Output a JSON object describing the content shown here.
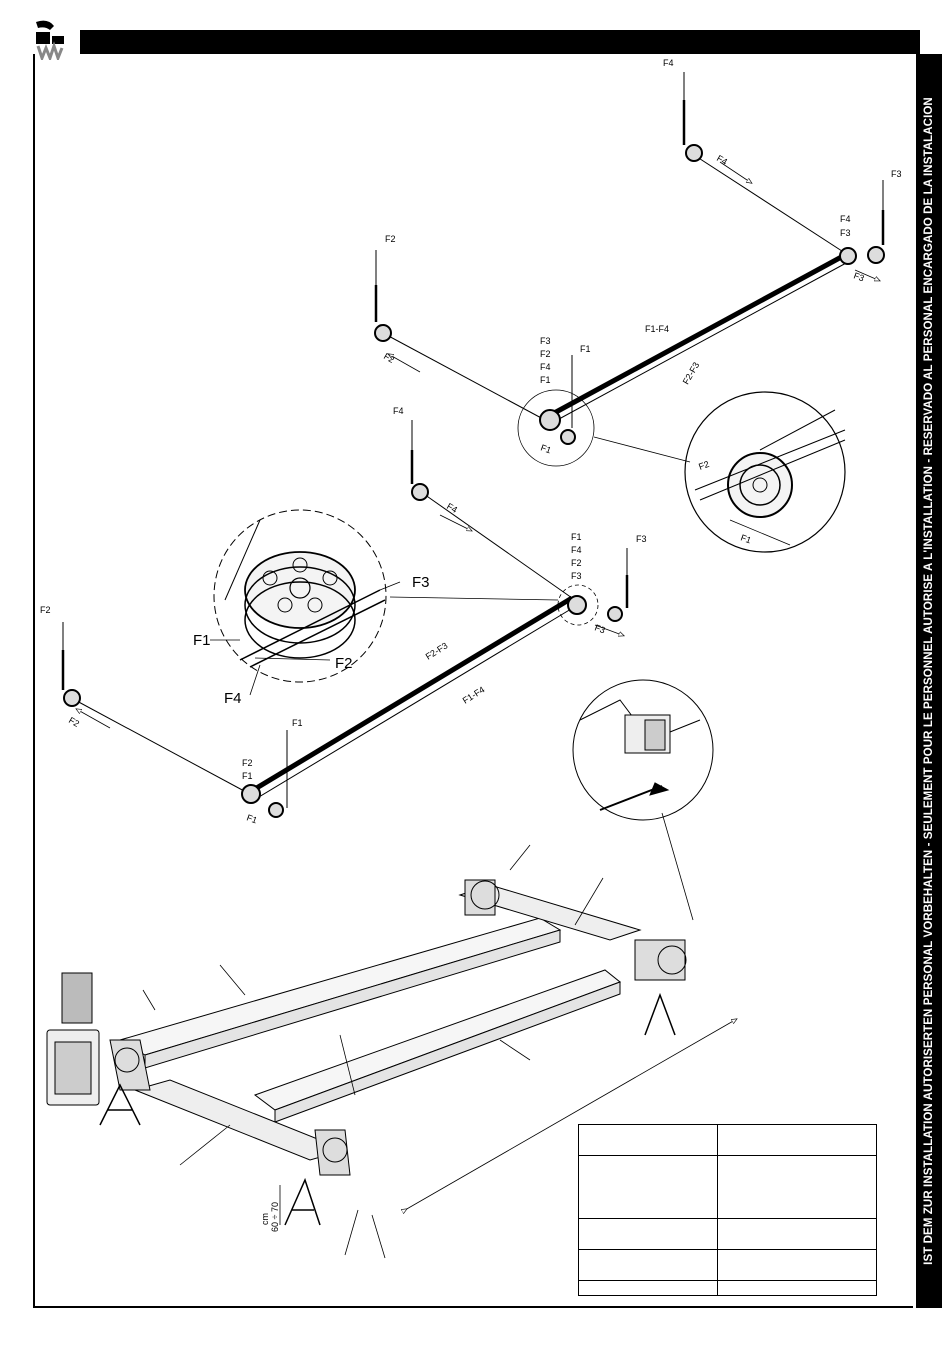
{
  "side_banner": "IST DEM ZUR INSTALLATION AUTORISERTEN PERSONAL VORBEHALTEN - SEULEMENT POUR LE PERSONNEL AUTORISE A L'INSTALLATION - RESERVADO AL PERSONAL ENCARGADO DE LA INSTALACION",
  "cable_labels": [
    "F1",
    "F2",
    "F3",
    "F4",
    "F1-F4",
    "F2-F3"
  ],
  "height_label": {
    "unit": "cm",
    "range": "60 ÷ 70"
  },
  "info_table": {
    "rows": [
      [
        "",
        ""
      ],
      [
        "",
        ""
      ],
      [
        "",
        ""
      ],
      [
        "",
        ""
      ],
      [
        "",
        ""
      ]
    ]
  }
}
